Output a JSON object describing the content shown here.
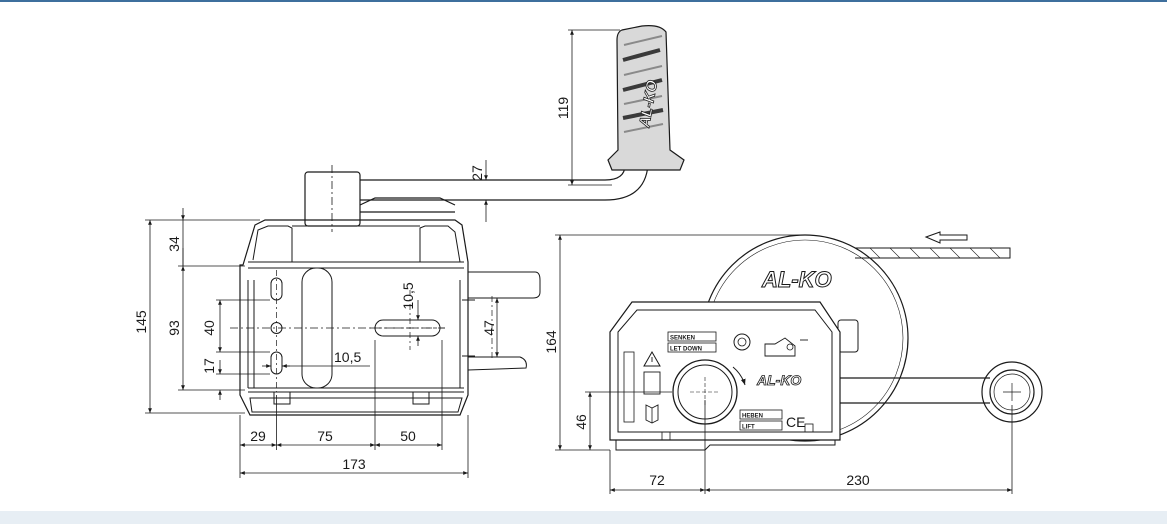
{
  "diagram": {
    "dimensions": {
      "handle_height": "119",
      "handle_offset": "27",
      "top_height": "34",
      "overall_height": "145",
      "mid_height": "93",
      "hole_spacing": "40",
      "bottom_offset": "17",
      "slot_width_v": "10,5",
      "slot_width_h": "10,5",
      "shaft_height": "47",
      "offset_29": "29",
      "offset_75": "75",
      "offset_50": "50",
      "overall_width": "173",
      "side_height": "164",
      "side_bottom": "46",
      "side_72": "72",
      "side_230": "230"
    },
    "labels": {
      "brand_handle": "AL-KO",
      "brand_drum": "AL-KO",
      "brand_body": "AL-KO",
      "senken": "SENKEN",
      "let_down": "LET DOWN",
      "heben": "HEBEN",
      "lift": "LIFT",
      "ce_mark": "CE"
    },
    "colors": {
      "background": "#e7eef4",
      "paper": "#ffffff",
      "line": "#1a1a1a",
      "accent": "#3e6f9d"
    },
    "icons": [
      "arrow-left-icon",
      "warning-icon",
      "book-icon",
      "pointer-hand-icon"
    ]
  }
}
